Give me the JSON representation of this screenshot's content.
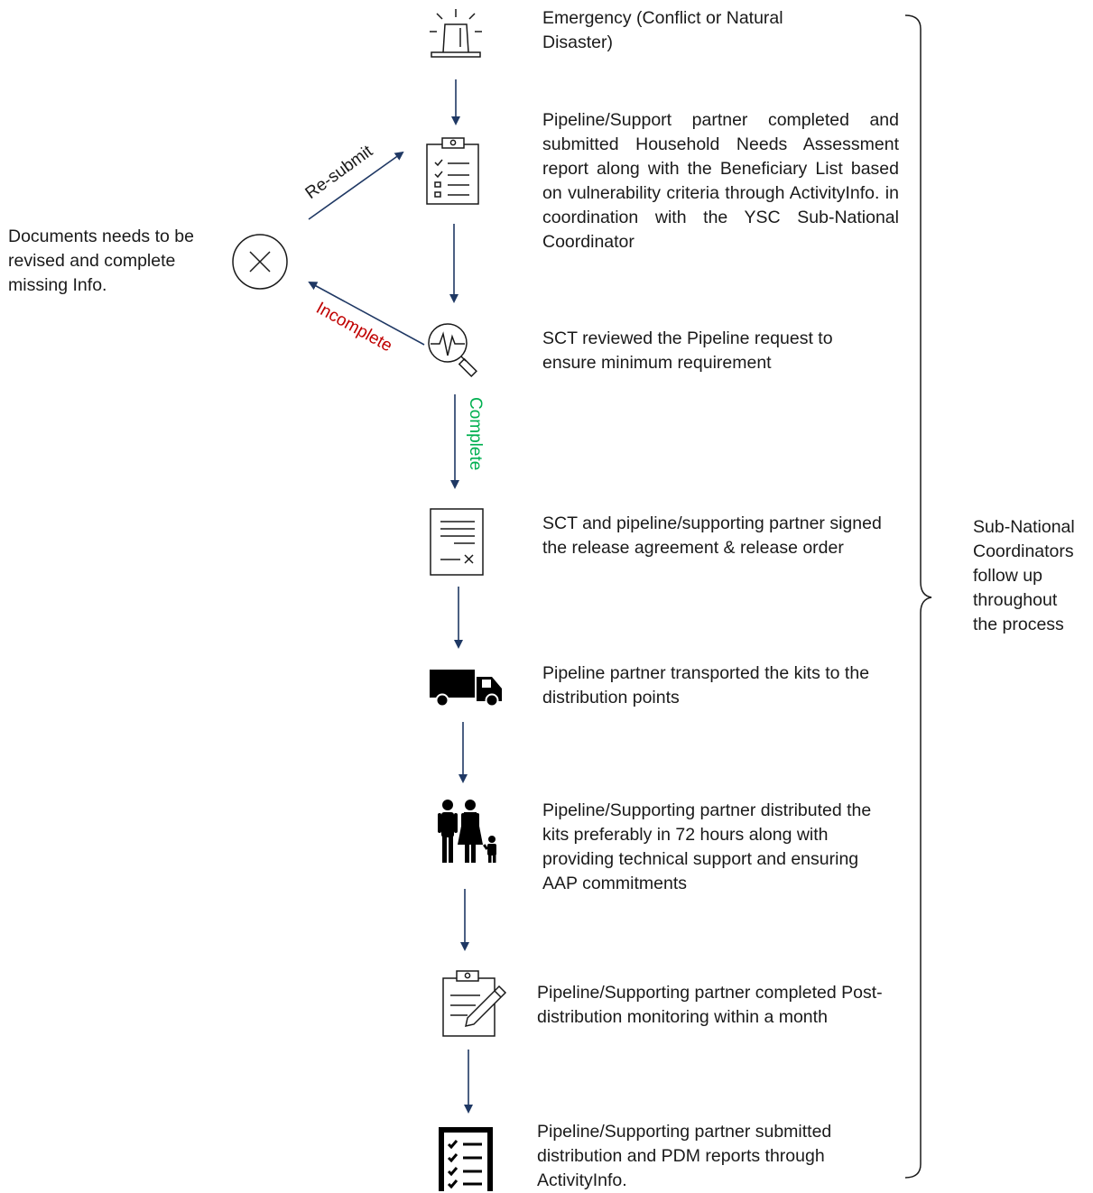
{
  "colors": {
    "arrow": "#1f3864",
    "incomplete": "#c00000",
    "complete": "#00b050",
    "text": "#1a1a1a"
  },
  "steps": [
    {
      "icon": "siren-icon",
      "text": "Emergency (Conflict or Natural Disaster)"
    },
    {
      "icon": "clipboard-checklist-icon",
      "text": "Pipeline/Support partner completed and submitted Household Needs Assessment report along with the Beneficiary List based on vulnerability criteria through ActivityInfo. in coordination with the YSC Sub-National Coordinator"
    },
    {
      "icon": "magnifier-pulse-icon",
      "text": "SCT reviewed the Pipeline request to ensure minimum requirement"
    },
    {
      "icon": "signed-document-icon",
      "text": "SCT and pipeline/supporting partner signed the release agreement & release order"
    },
    {
      "icon": "truck-icon",
      "text": "Pipeline partner transported the kits to the distribution points"
    },
    {
      "icon": "family-icon",
      "text": "Pipeline/Supporting partner distributed the kits preferably in 72 hours along with providing technical support and ensuring AAP commitments"
    },
    {
      "icon": "clipboard-pen-icon",
      "text": "Pipeline/Supporting partner completed Post-distribution monitoring within a month"
    },
    {
      "icon": "checklist-icon",
      "text": "Pipeline/Supporting partner submitted distribution and PDM reports through ActivityInfo."
    }
  ],
  "reject": {
    "icon": "close-circle-icon",
    "text": "Documents needs to be revised and complete missing Info."
  },
  "labels": {
    "resubmit": "Re-submit",
    "incomplete": "Incomplete",
    "complete": "Complete"
  },
  "bracket_note": "Sub-National Coordinators follow up throughout the process"
}
